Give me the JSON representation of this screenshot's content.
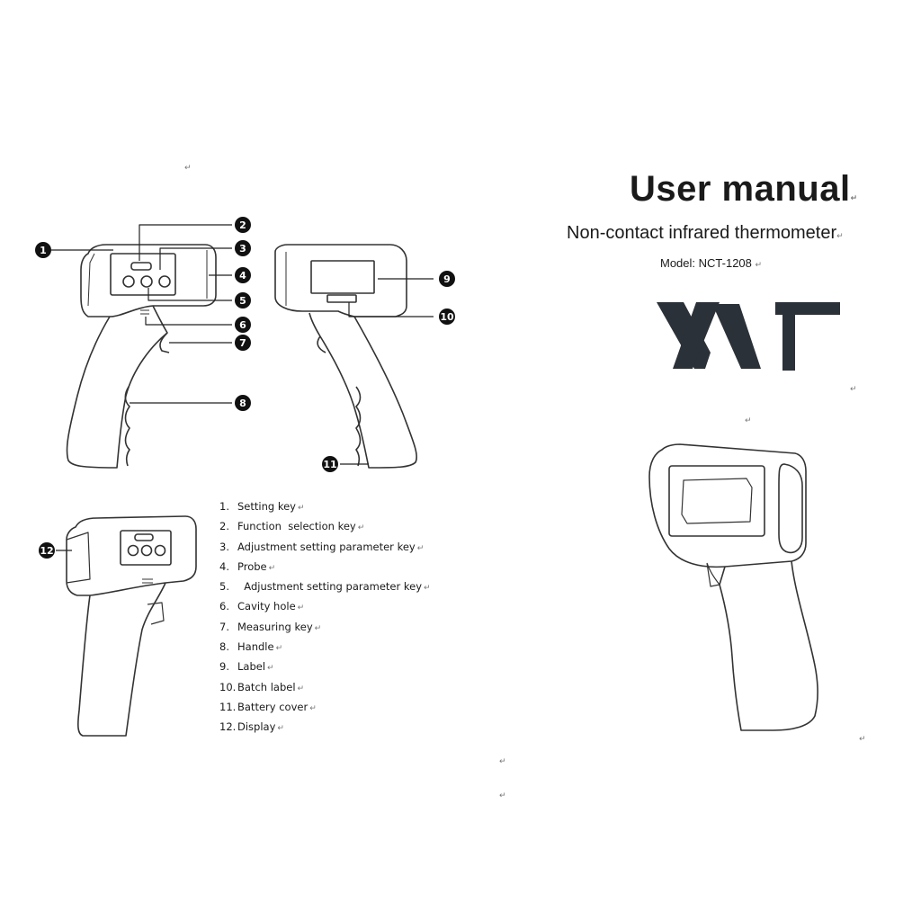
{
  "header": {
    "title": "User manual",
    "subtitle": "Non-contact infrared thermometer",
    "model": "Model: NCT-1208"
  },
  "logo": {
    "text": "WT",
    "color": "#2b3138"
  },
  "paragraph_mark": "↵",
  "callouts": [
    "1",
    "2",
    "3",
    "4",
    "5",
    "6",
    "7",
    "8",
    "9",
    "10",
    "11",
    "12"
  ],
  "parts": [
    {
      "num": "1.",
      "label": "Setting key"
    },
    {
      "num": "2.",
      "label": "Function  selection key"
    },
    {
      "num": "3.",
      "label": "Adjustment setting parameter key"
    },
    {
      "num": "4.",
      "label": "Probe"
    },
    {
      "num": "5.",
      "label": "  Adjustment setting parameter key"
    },
    {
      "num": "6.",
      "label": "Cavity hole"
    },
    {
      "num": "7.",
      "label": "Measuring key"
    },
    {
      "num": "8.",
      "label": "Handle"
    },
    {
      "num": "9.",
      "label": "Label"
    },
    {
      "num": "10.",
      "label": "Batch label"
    },
    {
      "num": "11.",
      "label": "Battery cover"
    },
    {
      "num": "12.",
      "label": "Display"
    }
  ]
}
